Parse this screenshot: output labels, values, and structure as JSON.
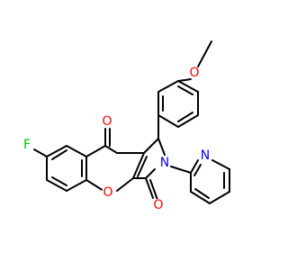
{
  "colors": {
    "background": "#ffffff",
    "bond": "#000000",
    "oxygen": "#ff0000",
    "nitrogen": "#0000ff",
    "fluorine": "#00c000"
  },
  "atoms": {
    "methoxy_oxygen": {
      "symbol": "O",
      "color_key": "oxygen"
    },
    "fluorine": {
      "symbol": "F",
      "color_key": "fluorine"
    },
    "ketone_oxygen": {
      "symbol": "O",
      "color_key": "oxygen"
    },
    "lactam_nitrogen": {
      "symbol": "N",
      "color_key": "nitrogen"
    },
    "pyridine_nitrogen": {
      "symbol": "N",
      "color_key": "nitrogen"
    },
    "pyran_oxygen": {
      "symbol": "O",
      "color_key": "oxygen"
    },
    "amide_oxygen": {
      "symbol": "O",
      "color_key": "oxygen"
    }
  }
}
